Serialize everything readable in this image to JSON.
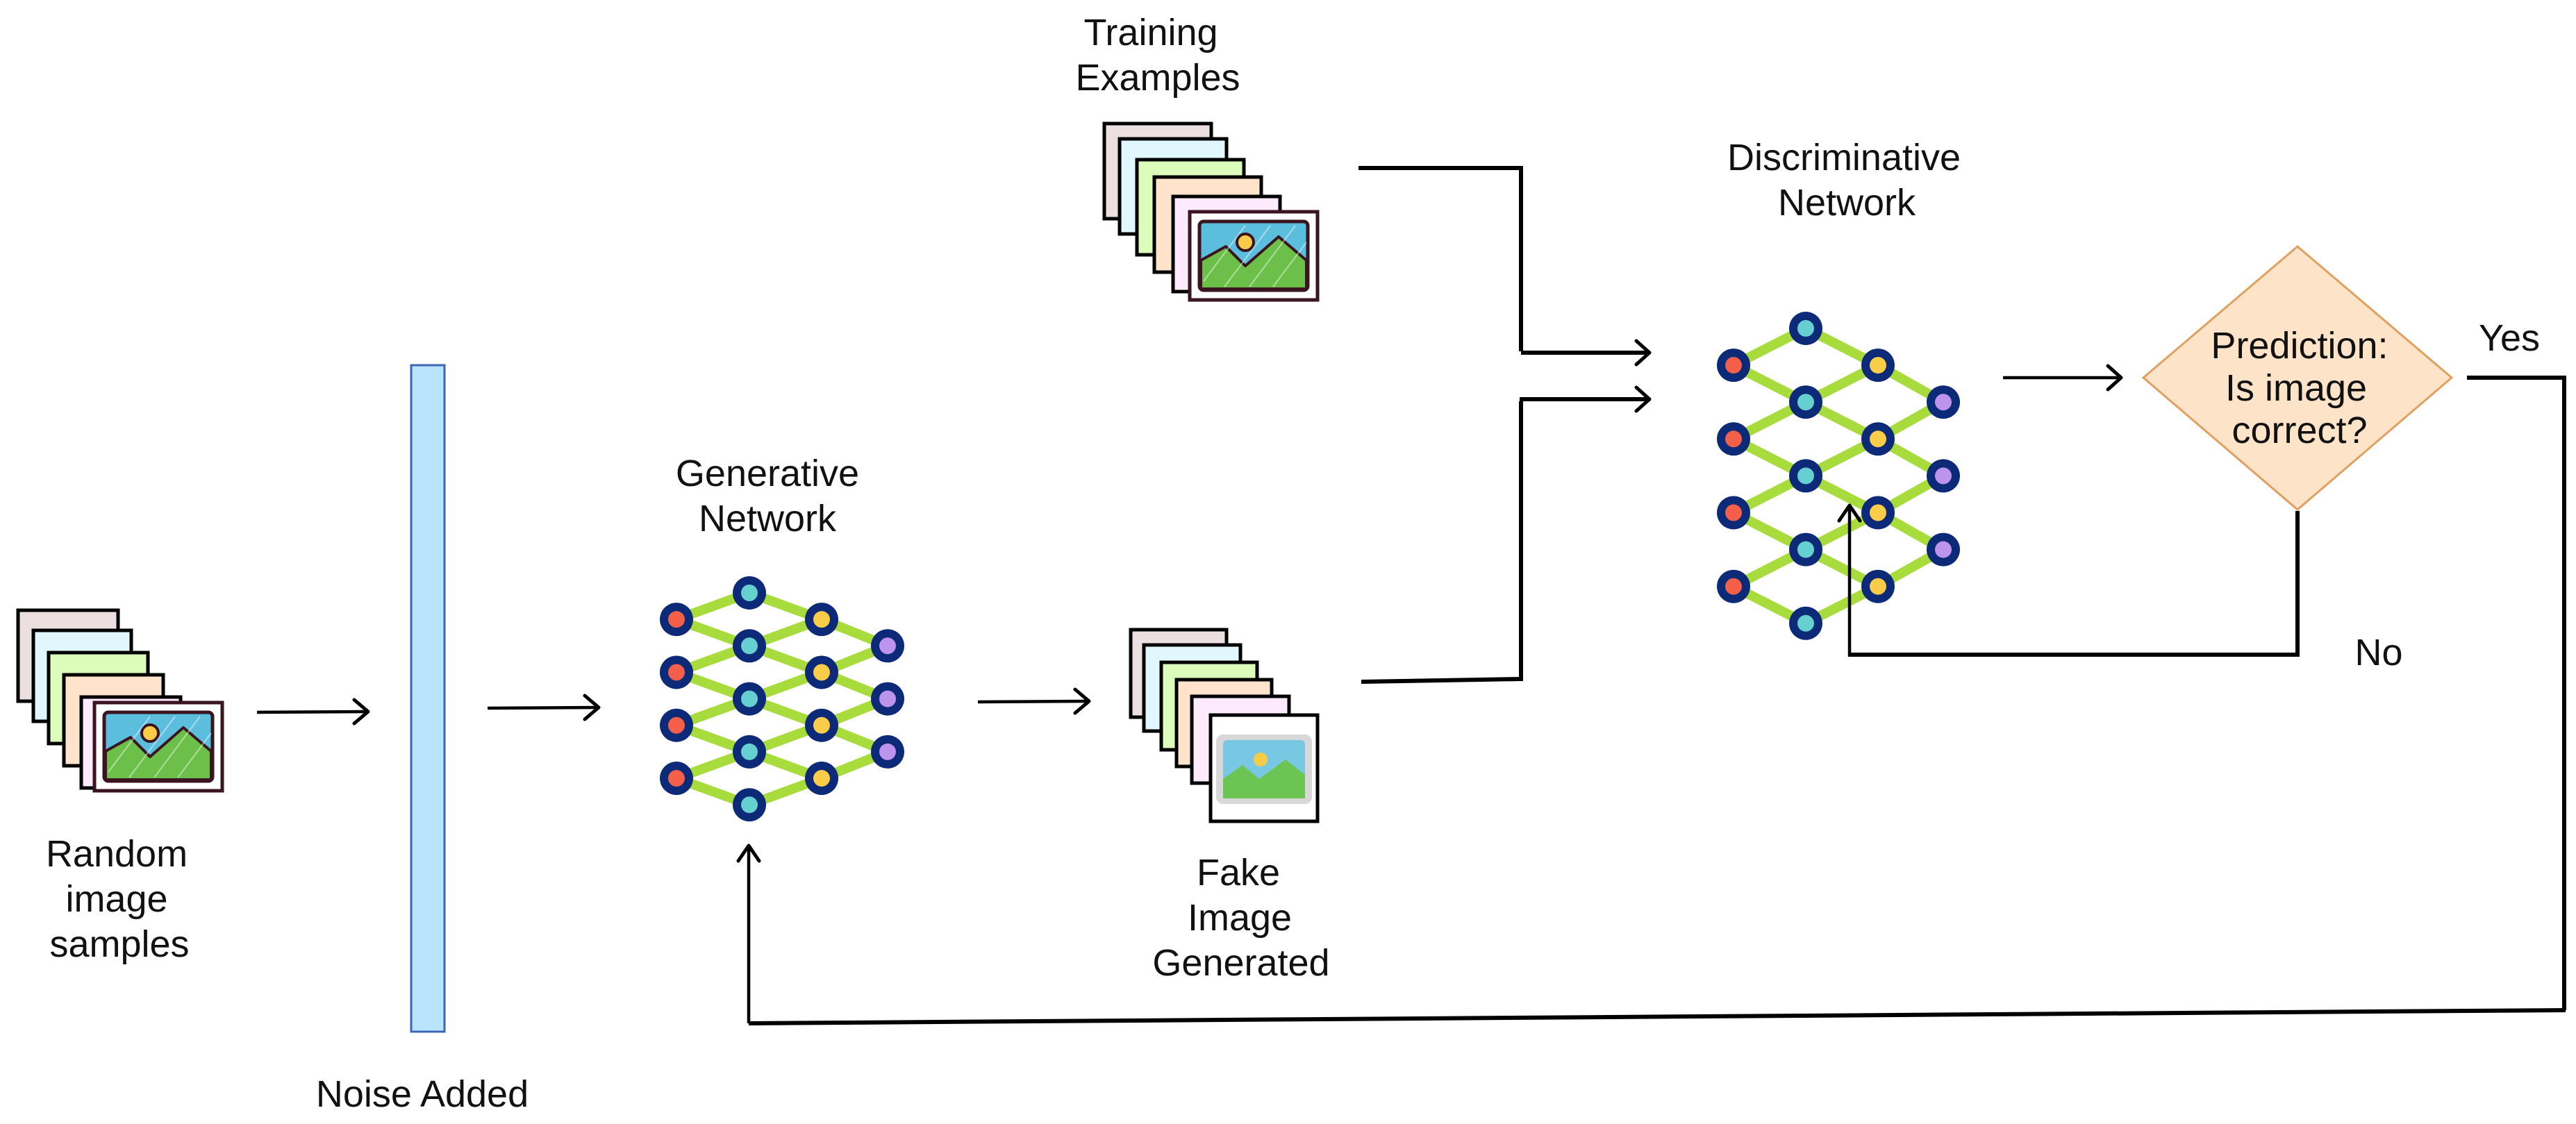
{
  "title": "Generative Adversarial Network training flow",
  "colors": {
    "noise_fill": "#b9e4fb",
    "noise_border": "#3c64b4",
    "decision_fill": "#fde3c8",
    "decision_border": "#e0a060",
    "node_ring": "#0c2a78",
    "connection": "#a8dc3c",
    "layer_colors": [
      "#f45f4a",
      "#66cfd0",
      "#fbcb4a",
      "#bd94ec"
    ],
    "card_colors": [
      "#ebe0df",
      "#e0f7fe",
      "#dbfcbb",
      "#ffe4cb",
      "#fdebfd"
    ]
  },
  "nodes": {
    "random_samples": {
      "label_lines": [
        "Random",
        "image",
        "samples"
      ],
      "icon": "image-stack-icon"
    },
    "noise": {
      "label": "Noise Added"
    },
    "generator": {
      "label_lines": [
        "Generative",
        "Network"
      ],
      "icon": "neural-network-icon",
      "layers": [
        4,
        5,
        4,
        3
      ]
    },
    "fake_image": {
      "label_lines": [
        "Fake",
        "Image",
        "Generated"
      ],
      "icon": "image-stack-icon"
    },
    "training_examples": {
      "label_lines": [
        "Training",
        "Examples"
      ],
      "icon": "image-stack-icon"
    },
    "discriminator": {
      "label_lines": [
        "Discriminative",
        "Network"
      ],
      "icon": "neural-network-icon",
      "layers": [
        4,
        5,
        4,
        3
      ]
    },
    "decision": {
      "label_lines": [
        "Prediction:",
        "Is image",
        "correct?"
      ]
    }
  },
  "edges": {
    "yes_label": "Yes",
    "no_label": "No"
  }
}
